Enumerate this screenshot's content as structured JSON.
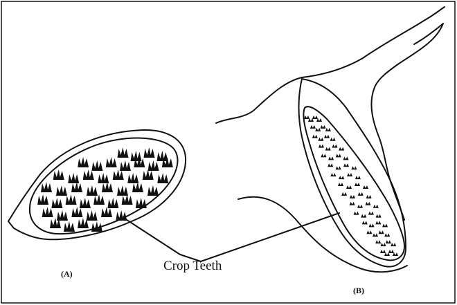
{
  "figure": {
    "label_a": "(A)",
    "label_b": "(B)",
    "pointer_label": "Crop Teeth"
  },
  "colors": {
    "ink": "#111111",
    "background": "#ffffff"
  }
}
